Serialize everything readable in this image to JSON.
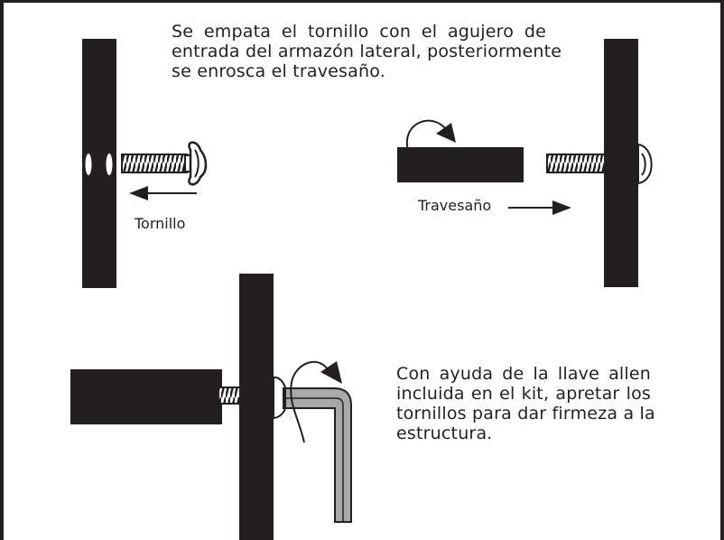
{
  "instructions": {
    "step1_lines": [
      "Se empata el tornillo con el agujero de",
      "entrada del armazón lateral, posteriormente",
      "se enrosca el travesaño."
    ],
    "step2_lines": [
      "Con ayuda de la llave allen",
      "incluida en el kit, apretar los",
      "tornillos para dar firmeza a la",
      "estructura."
    ]
  },
  "labels": {
    "screw": "Tornillo",
    "crossbar": "Travesaño"
  },
  "colors": {
    "ink": "#231f20",
    "allen_key": "#a8a8a8",
    "background": "#ffffff"
  },
  "icons": [
    "left-arrow-icon",
    "right-arrow-icon",
    "rotation-arrow-icon",
    "screw-icon",
    "allen-key-icon"
  ]
}
